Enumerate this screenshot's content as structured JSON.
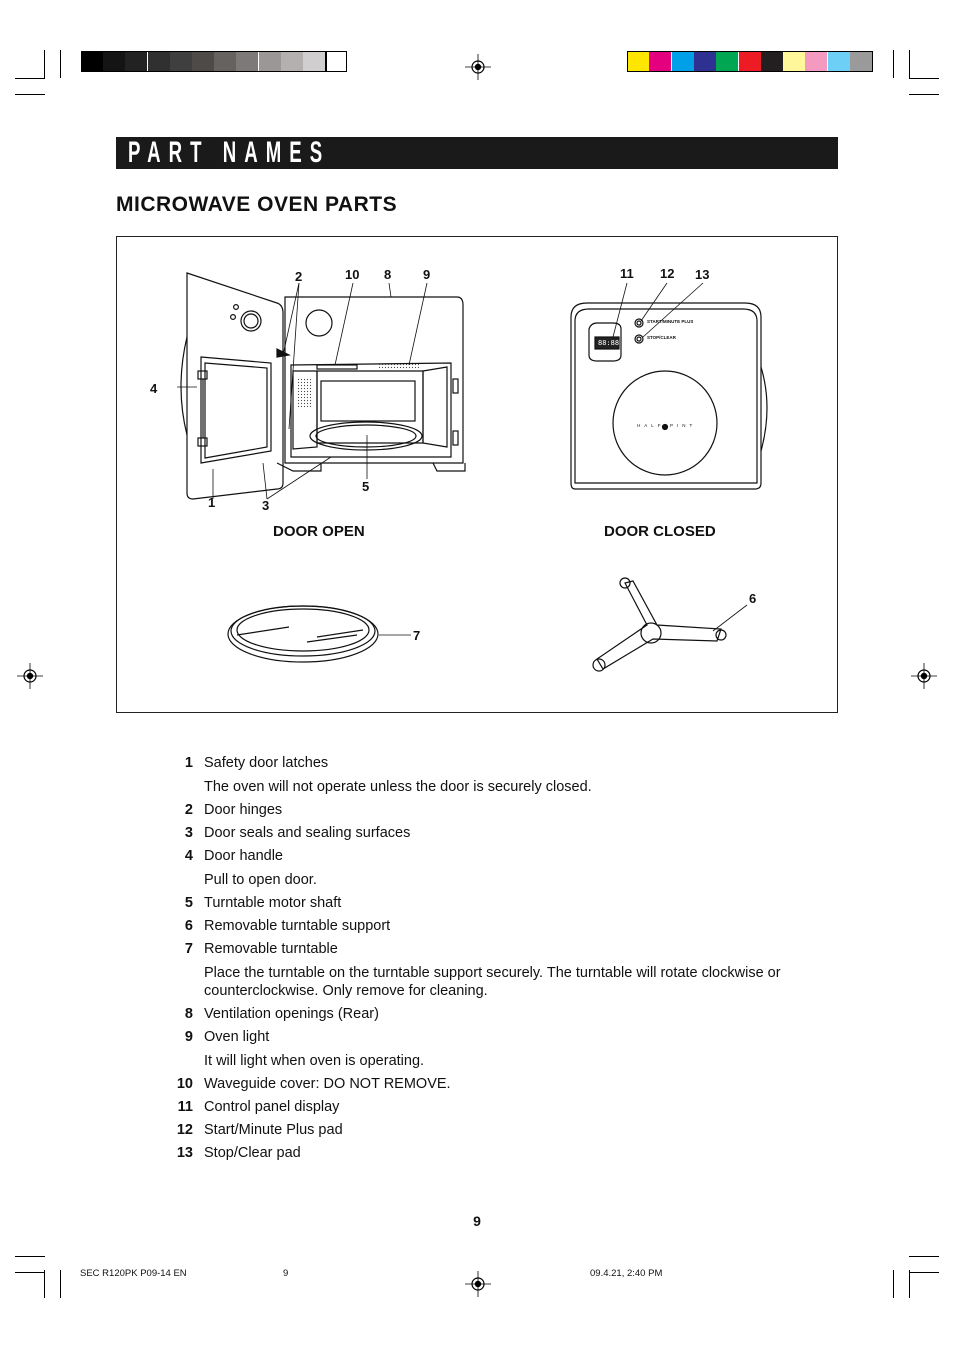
{
  "header": {
    "title": "PART NAMES",
    "section": "MICROWAVE OVEN PARTS"
  },
  "colors": {
    "grays": [
      "#000000",
      "#141414",
      "#222222",
      "#303030",
      "#3f3f3f",
      "#4e4a48",
      "#656260",
      "#7c7978",
      "#9a9796",
      "#b3b0af",
      "#d0cece",
      "#ffffff"
    ],
    "process": [
      "#ffe600",
      "#e4007f",
      "#00a0e9",
      "#2e3192",
      "#00a651",
      "#ed1c24",
      "#231f20",
      "#fff799",
      "#f49ac1",
      "#6dcff6",
      "#9a9a9a"
    ]
  },
  "figure": {
    "door_open_caption": "DOOR OPEN",
    "door_closed_caption": "DOOR CLOSED",
    "callouts": {
      "n1": "1",
      "n2": "2",
      "n3": "3",
      "n4": "4",
      "n5": "5",
      "n6": "6",
      "n7": "7",
      "n8": "8",
      "n9": "9",
      "n10": "10",
      "n11": "11",
      "n12": "12",
      "n13": "13"
    },
    "panel_labels": {
      "start": "START/MINUTE PLUS",
      "stop": "STOP/CLEAR",
      "display": "88:88",
      "turntable_text": "HALF-PINT"
    }
  },
  "parts": [
    {
      "num": "1",
      "name": "Safety door latches",
      "note": "The oven will not operate unless the door is  securely closed."
    },
    {
      "num": "2",
      "name": "Door hinges"
    },
    {
      "num": "3",
      "name": "Door seals and sealing surfaces"
    },
    {
      "num": "4",
      "name": "Door handle",
      "note": "Pull to open door."
    },
    {
      "num": "5",
      "name": "Turntable motor shaft"
    },
    {
      "num": "6",
      "name": "Removable turntable support"
    },
    {
      "num": "7",
      "name": "Removable turntable",
      "note": "Place the turntable on the turntable support securely. The turntable will rotate clockwise or counterclockwise. Only remove for cleaning."
    },
    {
      "num": "8",
      "name": "Ventilation openings (Rear)"
    },
    {
      "num": "9",
      "name": "Oven light",
      "note": "It will light when oven is operating."
    },
    {
      "num": "10",
      "name": "Waveguide cover: DO NOT REMOVE."
    },
    {
      "num": "11",
      "name": "Control panel display"
    },
    {
      "num": "12",
      "name": "Start/Minute Plus pad"
    },
    {
      "num": "13",
      "name": "Stop/Clear pad"
    }
  ],
  "page_number": "9",
  "footer": {
    "file": "SEC R120PK P09-14 EN",
    "page": "9",
    "timestamp": "09.4.21, 2:40 PM"
  }
}
